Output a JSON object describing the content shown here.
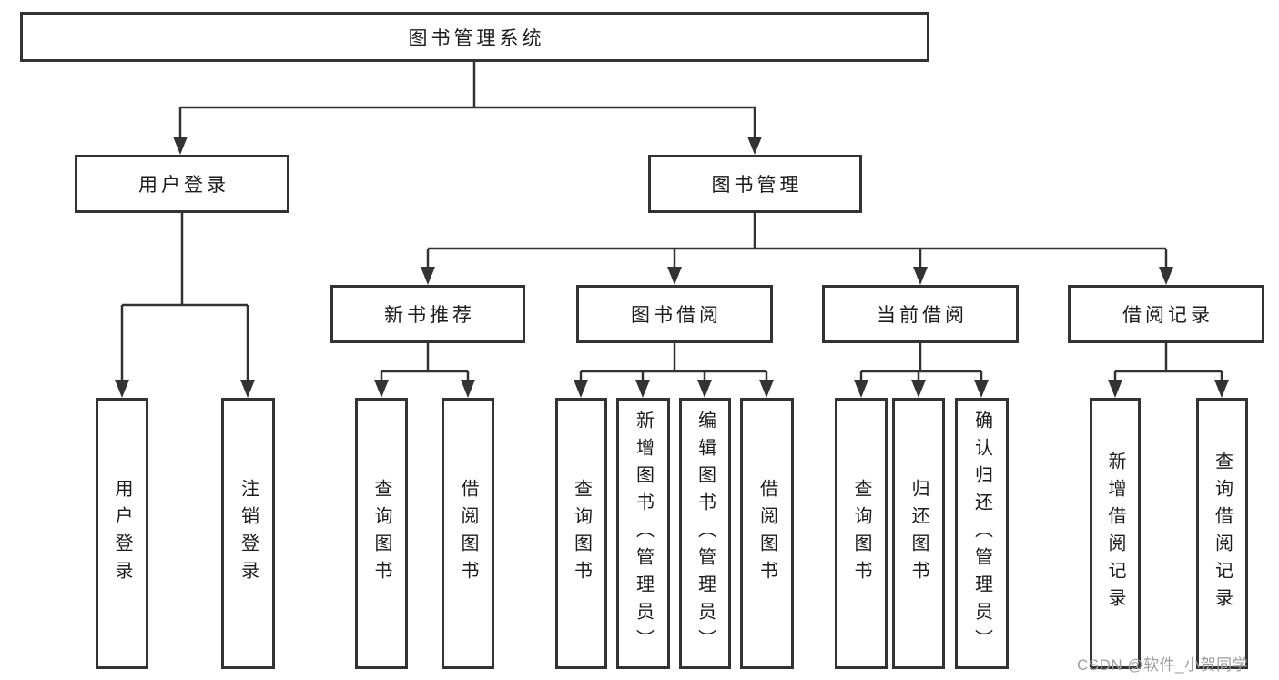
{
  "tree": {
    "root": {
      "label": "图书管理系统"
    },
    "children": [
      {
        "label": "用户登录",
        "children": [
          {
            "label": "用户登录"
          },
          {
            "label": "注销登录"
          }
        ]
      },
      {
        "label": "图书管理",
        "children": [
          {
            "label": "新书推荐",
            "children": [
              {
                "label": "查询图书"
              },
              {
                "label": "借阅图书"
              }
            ]
          },
          {
            "label": "图书借阅",
            "children": [
              {
                "label": "查询图书"
              },
              {
                "label": "新增图书（管理员）"
              },
              {
                "label": "编辑图书（管理员）"
              },
              {
                "label": "借阅图书"
              }
            ]
          },
          {
            "label": "当前借阅",
            "children": [
              {
                "label": "查询图书"
              },
              {
                "label": "归还图书"
              },
              {
                "label": "确认归还（管理员）"
              }
            ]
          },
          {
            "label": "借阅记录",
            "children": [
              {
                "label": "新增借阅记录"
              },
              {
                "label": "查询借阅记录"
              }
            ]
          }
        ]
      }
    ]
  },
  "watermark": {
    "text": "CSDN @软件_小贺同学"
  },
  "colors": {
    "line": "#333333",
    "border": "#333333",
    "text": "#1c1c1c",
    "background": "#ffffff",
    "watermark": "#9e9e9e"
  }
}
